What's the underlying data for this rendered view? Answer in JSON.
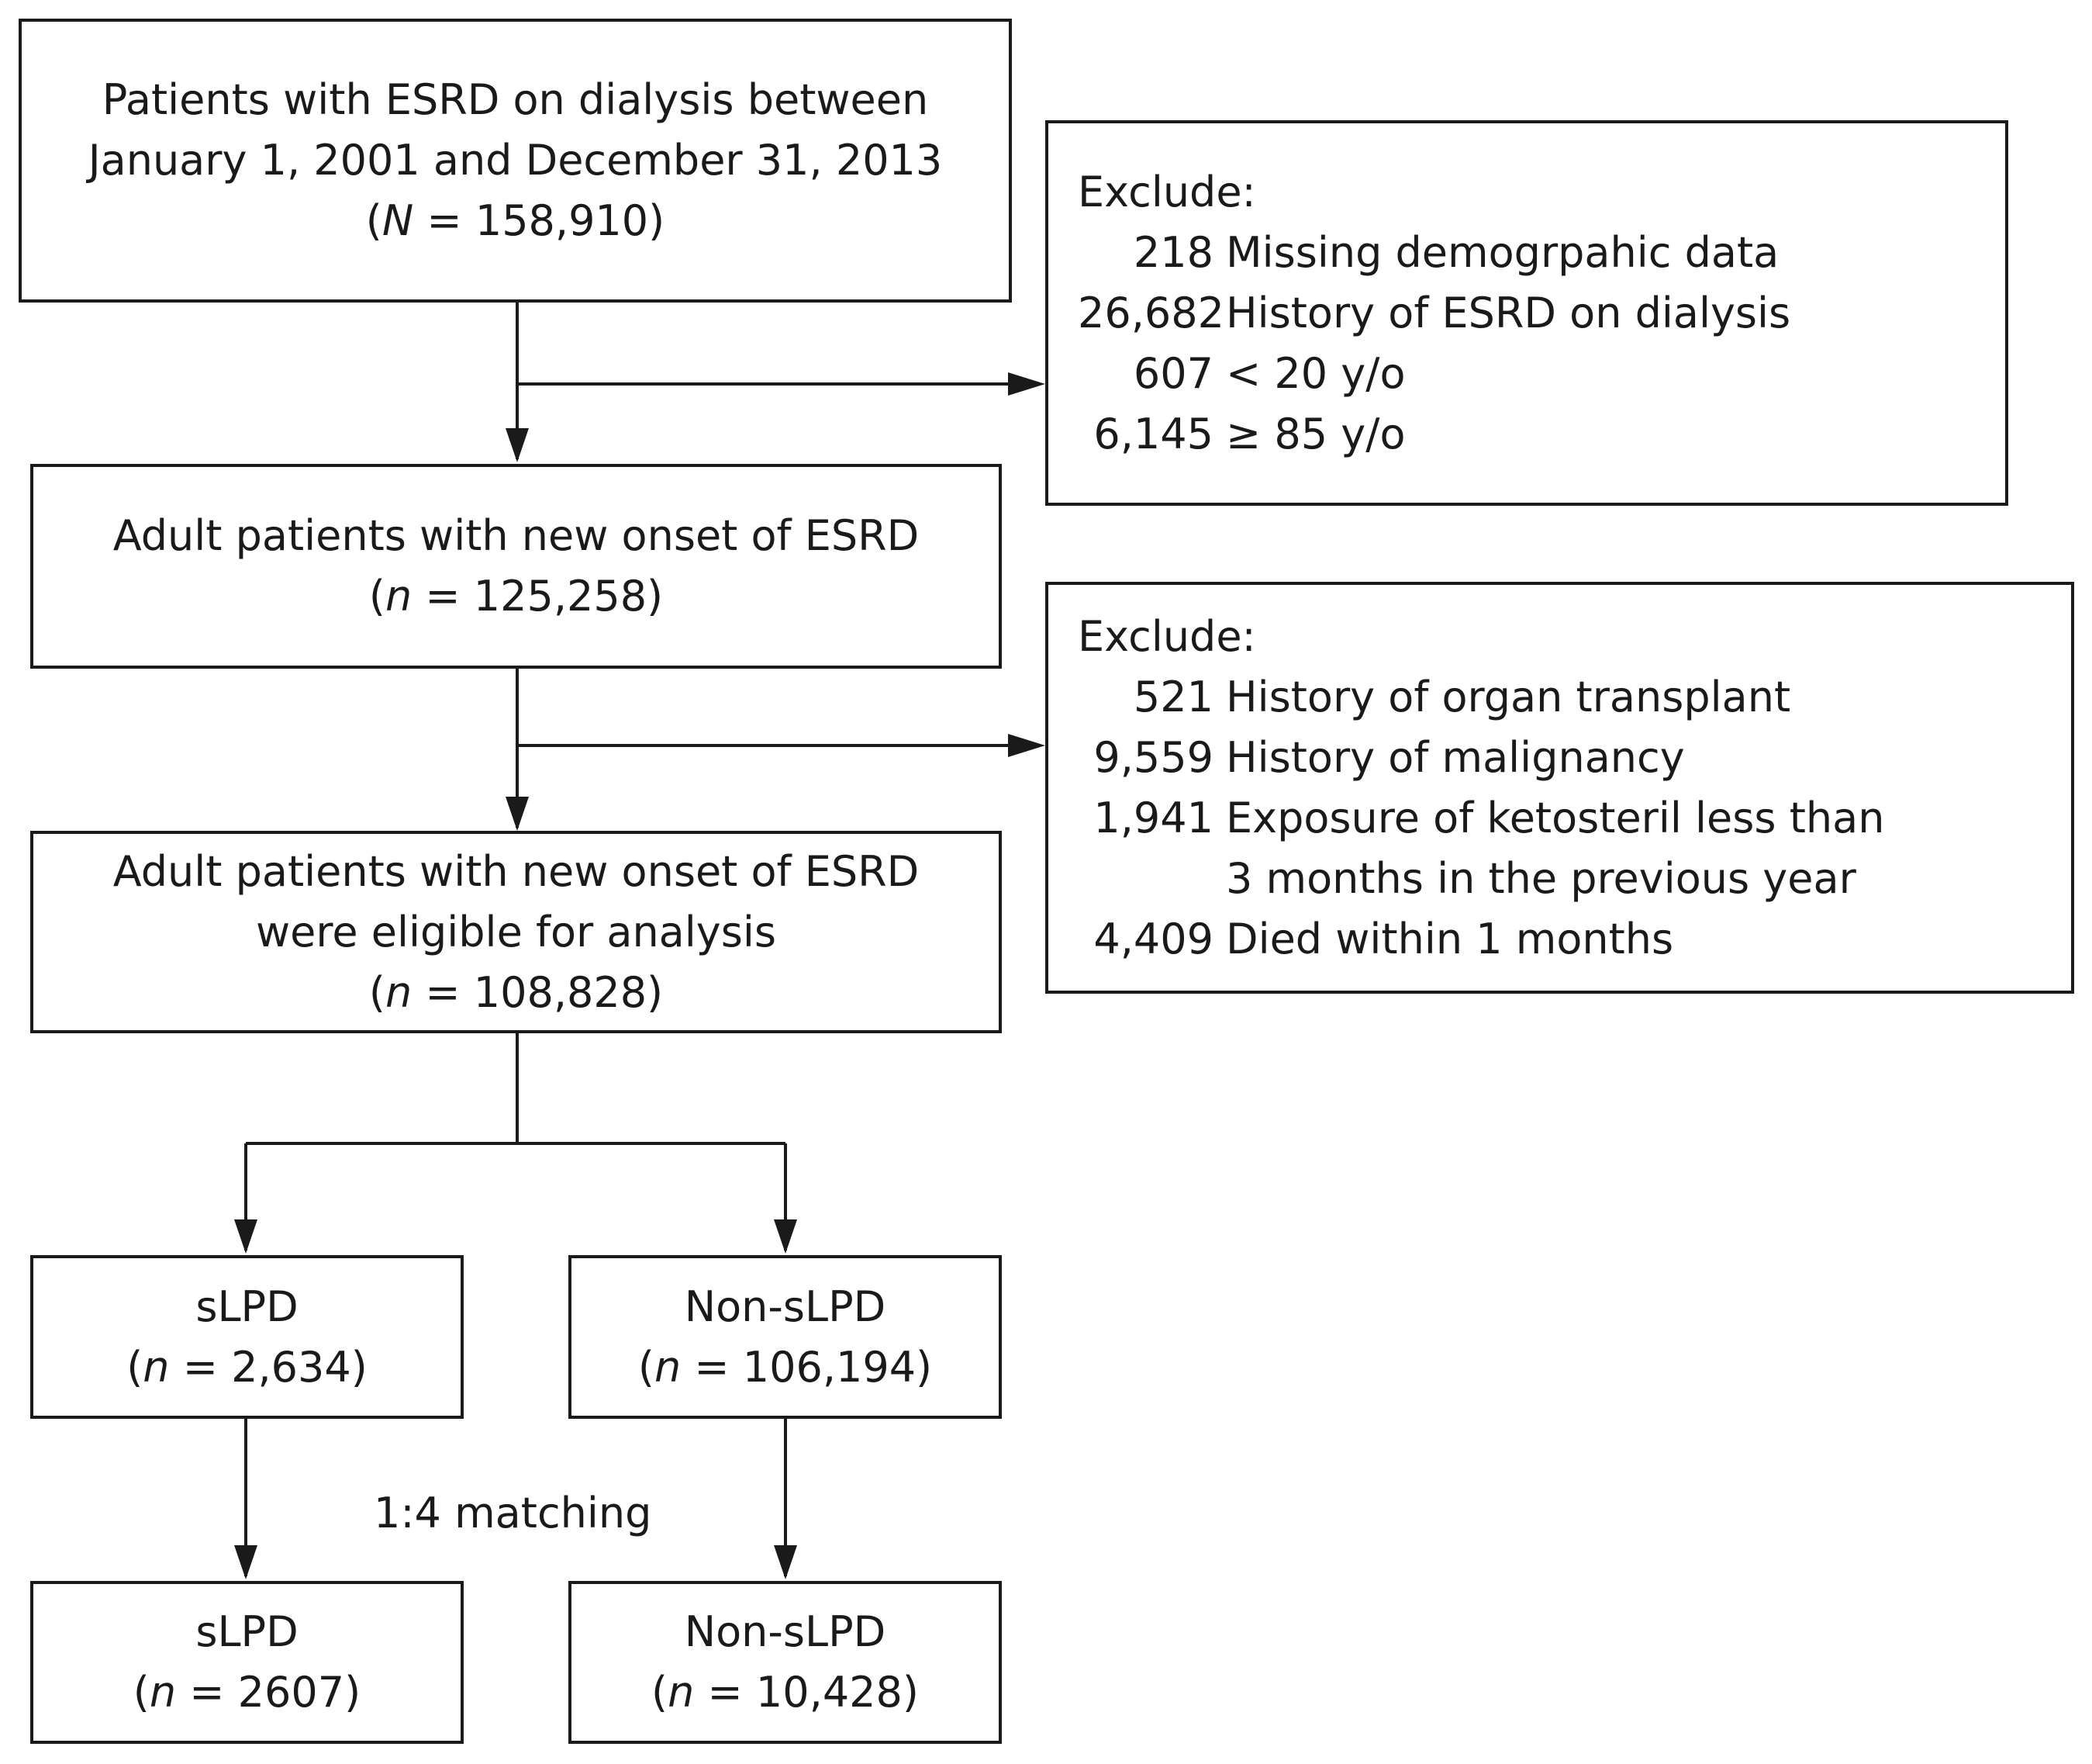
{
  "boxes": {
    "start": {
      "line1": "Patients with ESRD on dialysis between",
      "line2": "January 1, 2001 and December 31, 2013",
      "count_var": "N",
      "count_rest": " = 158,910)"
    },
    "adult_new": {
      "line1": "Adult patients with new onset of ESRD",
      "count_var": "n",
      "count_rest": " = 125,258)"
    },
    "eligible": {
      "line1": "Adult patients with new onset of ESRD",
      "line2": "were eligible for analysis",
      "count_var": "n",
      "count_rest": " = 108,828)"
    },
    "slpd": {
      "label": "sLPD",
      "count_var": "n",
      "count_rest": " = 2,634)"
    },
    "non_slpd": {
      "label": "Non-sLPD",
      "count_var": "n",
      "count_rest": " = 106,194)"
    },
    "slpd_matched": {
      "label": "sLPD",
      "count_var": "n",
      "count_rest": " = 2607)"
    },
    "non_slpd_matched": {
      "label": "Non-sLPD",
      "count_var": "n",
      "count_rest": " = 10,428)"
    }
  },
  "exclusions_1": {
    "title": "Exclude:",
    "items": [
      {
        "count": "218",
        "reason": "Missing demogrpahic data"
      },
      {
        "count": "26,682",
        "reason": "History of ESRD on dialysis"
      },
      {
        "count": "607",
        "reason": "< 20 y/o"
      },
      {
        "count": "6,145",
        "reason": "≥ 85 y/o"
      }
    ]
  },
  "exclusions_2": {
    "title": "Exclude:",
    "items": [
      {
        "count": "521",
        "reason": "History of organ transplant"
      },
      {
        "count": "9,559",
        "reason": "History of malignancy"
      },
      {
        "count": "1,941",
        "reason": "Exposure of ketosteril less than",
        "continuation": "3 months in the previous year"
      },
      {
        "count": "4,409",
        "reason": "Died within 1 months"
      }
    ]
  },
  "matching_label": "1:4 matching",
  "colors": {
    "stroke": "#1a1a1a",
    "background": "#ffffff"
  }
}
